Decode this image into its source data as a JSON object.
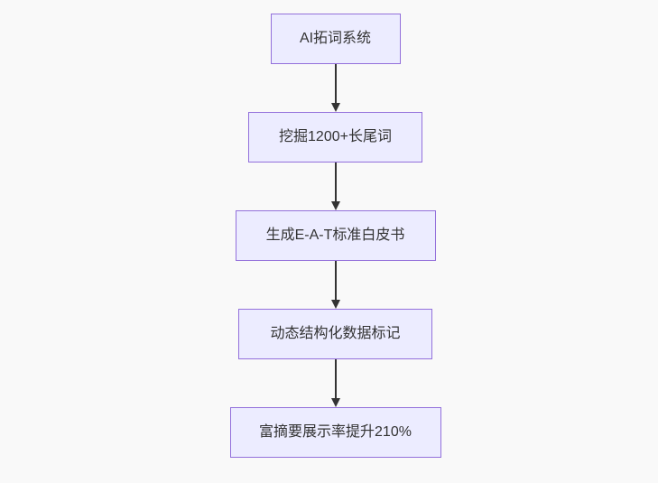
{
  "diagram": {
    "type": "flowchart",
    "direction": "top-down",
    "nodes": [
      {
        "id": "A",
        "label": "AI拓词系统"
      },
      {
        "id": "B",
        "label": "挖掘1200+长尾词"
      },
      {
        "id": "C",
        "label": "生成E-A-T标准白皮书"
      },
      {
        "id": "D",
        "label": "动态结构化数据标记"
      },
      {
        "id": "E",
        "label": "富摘要展示率提升210%"
      }
    ],
    "edges": [
      {
        "from": "A",
        "to": "B"
      },
      {
        "from": "B",
        "to": "C"
      },
      {
        "from": "C",
        "to": "D"
      },
      {
        "from": "D",
        "to": "E"
      }
    ],
    "colors": {
      "background": "#f9f9f9",
      "node_fill": "#ececff",
      "node_border": "#9370db",
      "arrow": "#333333",
      "text": "#333333"
    }
  }
}
